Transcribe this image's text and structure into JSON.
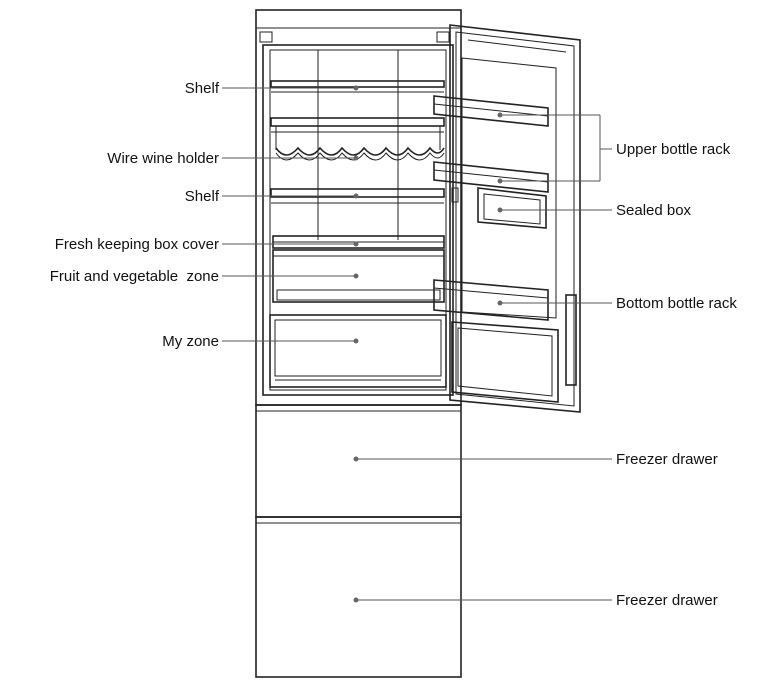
{
  "labels": {
    "shelf_top": "Shelf",
    "wine_holder": "Wire wine holder",
    "shelf_middle": "Shelf",
    "fresh_box_cover": "Fresh keeping box cover",
    "fruit_veg_zone": "Fruit and vegetable  zone",
    "my_zone": "My zone",
    "upper_bottle_rack": "Upper bottle rack",
    "sealed_box": "Sealed box",
    "bottom_bottle_rack": "Bottom bottle rack",
    "freezer_drawer_1": "Freezer drawer",
    "freezer_drawer_2": "Freezer drawer"
  },
  "colors": {
    "line": "#222222",
    "leader": "#555555",
    "text": "#111111"
  }
}
